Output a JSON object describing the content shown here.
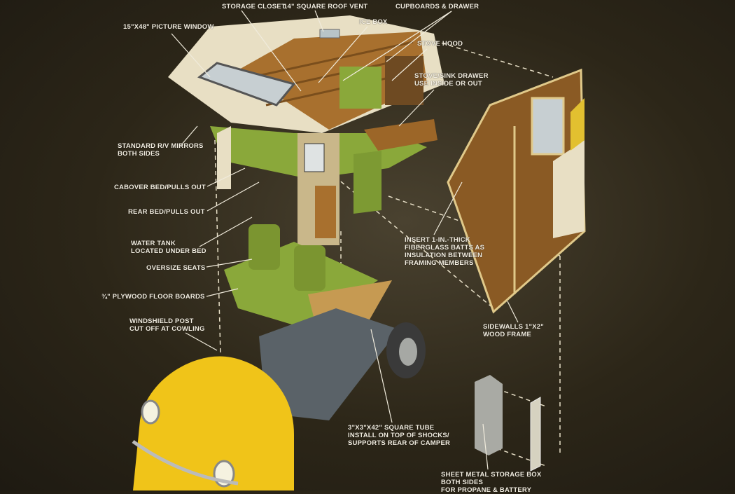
{
  "title_labels": {
    "storage_closet": "STORAGE CLOSET",
    "roof_vent": "14\" SQUARE ROOF VENT",
    "cupboards": "CUPBOARDS & DRAWER",
    "picture_window": "15\"X48\" PICTURE WINDOW",
    "ice_box": "ICE BOX",
    "stove_hood": "STOVE HOOD",
    "stove_sink_1": "STOVE/SINK DRAWER",
    "stove_sink_2": "USE INSIDE OR OUT",
    "mirrors_1": "STANDARD R/V MIRRORS",
    "mirrors_2": "BOTH SIDES",
    "cabover_bed": "CABOVER BED/PULLS OUT",
    "rear_bed": "REAR BED/PULLS OUT",
    "water_tank_1": "WATER TANK",
    "water_tank_2": "LOCATED UNDER BED",
    "oversize_seats": "OVERSIZE SEATS",
    "plywood": "¾\" PLYWOOD FLOOR BOARDS",
    "windshield_1": "WINDSHIELD POST",
    "windshield_2": "CUT OFF AT COWLING",
    "insert_1": "INSERT 1-IN.-THICK",
    "insert_2": "FIBERGLASS BATTS AS",
    "insert_3": "INSULATION BETWEEN",
    "insert_4": "FRAMING MEMBERS",
    "sidewalls_1": "SIDEWALLS 1\"X2\"",
    "sidewalls_2": "WOOD FRAME",
    "tube_1": "3\"X3\"X42\" SQUARE TUBE",
    "tube_2": "INSTALL ON TOP OF SHOCKS/",
    "tube_3": "SUPPORTS REAR OF CAMPER",
    "box_1": "SHEET METAL STORAGE BOX",
    "box_2": "BOTH SIDES",
    "box_3": "FOR PROPANE & BATTERY"
  },
  "colors": {
    "background": "#2c2618",
    "siding": "#e8dfc4",
    "wood": "#a8702e",
    "green": "#8aa83a",
    "beetle_yellow": "#f0c419"
  }
}
